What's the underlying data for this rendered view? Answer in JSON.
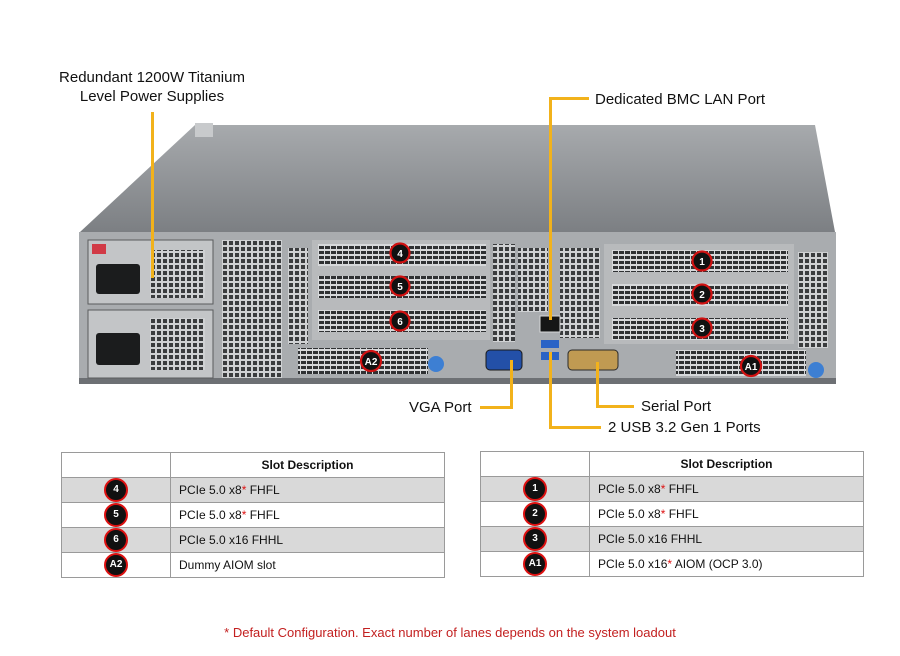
{
  "callouts": {
    "power_supplies": [
      "Redundant  1200W Titanium",
      "Level Power Supplies"
    ],
    "bmc_lan": "Dedicated BMC LAN Port",
    "vga": "VGA Port",
    "serial": "Serial Port",
    "usb": "2 USB 3.2 Gen 1 Ports"
  },
  "slot_badges": {
    "s1": "1",
    "s2": "2",
    "s3": "3",
    "s4": "4",
    "s5": "5",
    "s6": "6",
    "a1": "A1",
    "a2": "A2"
  },
  "left_table": {
    "header": "Slot Description",
    "rows": [
      {
        "badge": "4",
        "text": "PCIe 5.0 x8",
        "asterisk": "*",
        "suffix": " FHFL"
      },
      {
        "badge": "5",
        "text": "PCIe 5.0 x8",
        "asterisk": "*",
        "suffix": " FHFL"
      },
      {
        "badge": "6",
        "text": "PCIe 5.0 x16 FHHL",
        "asterisk": "",
        "suffix": ""
      },
      {
        "badge": "A2",
        "text": "Dummy AIOM slot",
        "asterisk": "",
        "suffix": ""
      }
    ]
  },
  "right_table": {
    "header": "Slot Description",
    "rows": [
      {
        "badge": "1",
        "text": "PCIe 5.0 x8",
        "asterisk": "*",
        "suffix": " FHFL"
      },
      {
        "badge": "2",
        "text": "PCIe 5.0 x8",
        "asterisk": "*",
        "suffix": " FHFL"
      },
      {
        "badge": "3",
        "text": "PCIe 5.0 x16 FHHL",
        "asterisk": "",
        "suffix": ""
      },
      {
        "badge": "A1",
        "text": "PCIe 5.0 x16",
        "asterisk": "*",
        "suffix": " AIOM (OCP 3.0)"
      }
    ]
  },
  "footnote": "* Default Configuration. Exact number of lanes depends on the system loadout",
  "colors": {
    "leader": "#f2b21b",
    "badge_ring": "#d11111",
    "footnote": "#c32020",
    "shade": "#d9d9d9",
    "chassis": "#8c8f93"
  }
}
